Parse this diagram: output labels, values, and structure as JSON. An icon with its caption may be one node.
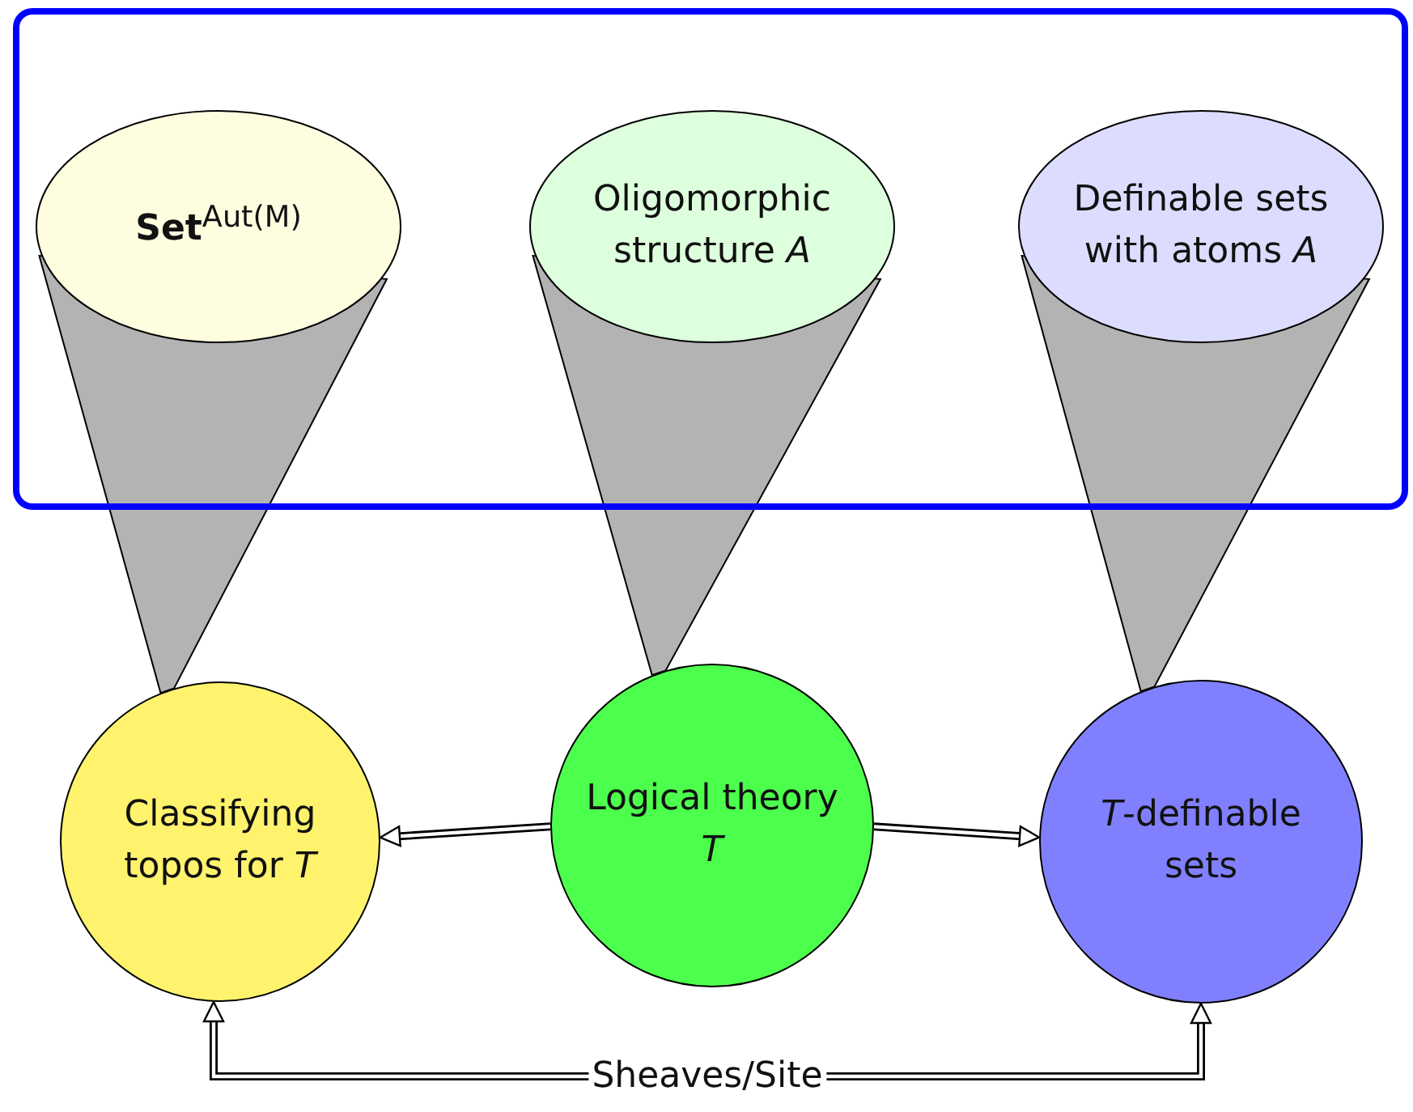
{
  "diagram": {
    "nodes": [
      {
        "text": [],
        "shape": "box"
      },
      {
        "text": [
          "**Set**$^{Aut(M)}$"
        ],
        "in": 0
      },
      {
        "text": [
          "Oligomorphic structure *A*"
        ],
        "in": 0
      },
      {
        "text": [
          "Definable sets with atoms *A*"
        ],
        "in": 0
      },
      {
        "text": [
          "Classifying topos for *T*"
        ]
      },
      {
        "text": [
          "Logical theory *T*"
        ]
      },
      {
        "text": [
          "*T*-definable sets"
        ]
      }
    ],
    "edges": [
      {
        "from": 4,
        "to": 1,
        "arrow": "none",
        "style": "thick",
        "color": "#b3b3b3"
      },
      {
        "from": 5,
        "to": 2,
        "arrow": "none",
        "style": "thick",
        "color": "#b3b3b3"
      },
      {
        "from": 6,
        "to": 3,
        "arrow": "none",
        "style": "thick",
        "color": "#b3b3b3"
      },
      {
        "from": 5,
        "to": 4,
        "arrow": "to"
      },
      {
        "from": 5,
        "to": 6,
        "arrow": "to"
      },
      {
        "from": 4,
        "to": 6,
        "arrow": "both",
        "label": "Sheaves/Site"
      }
    ]
  }
}
